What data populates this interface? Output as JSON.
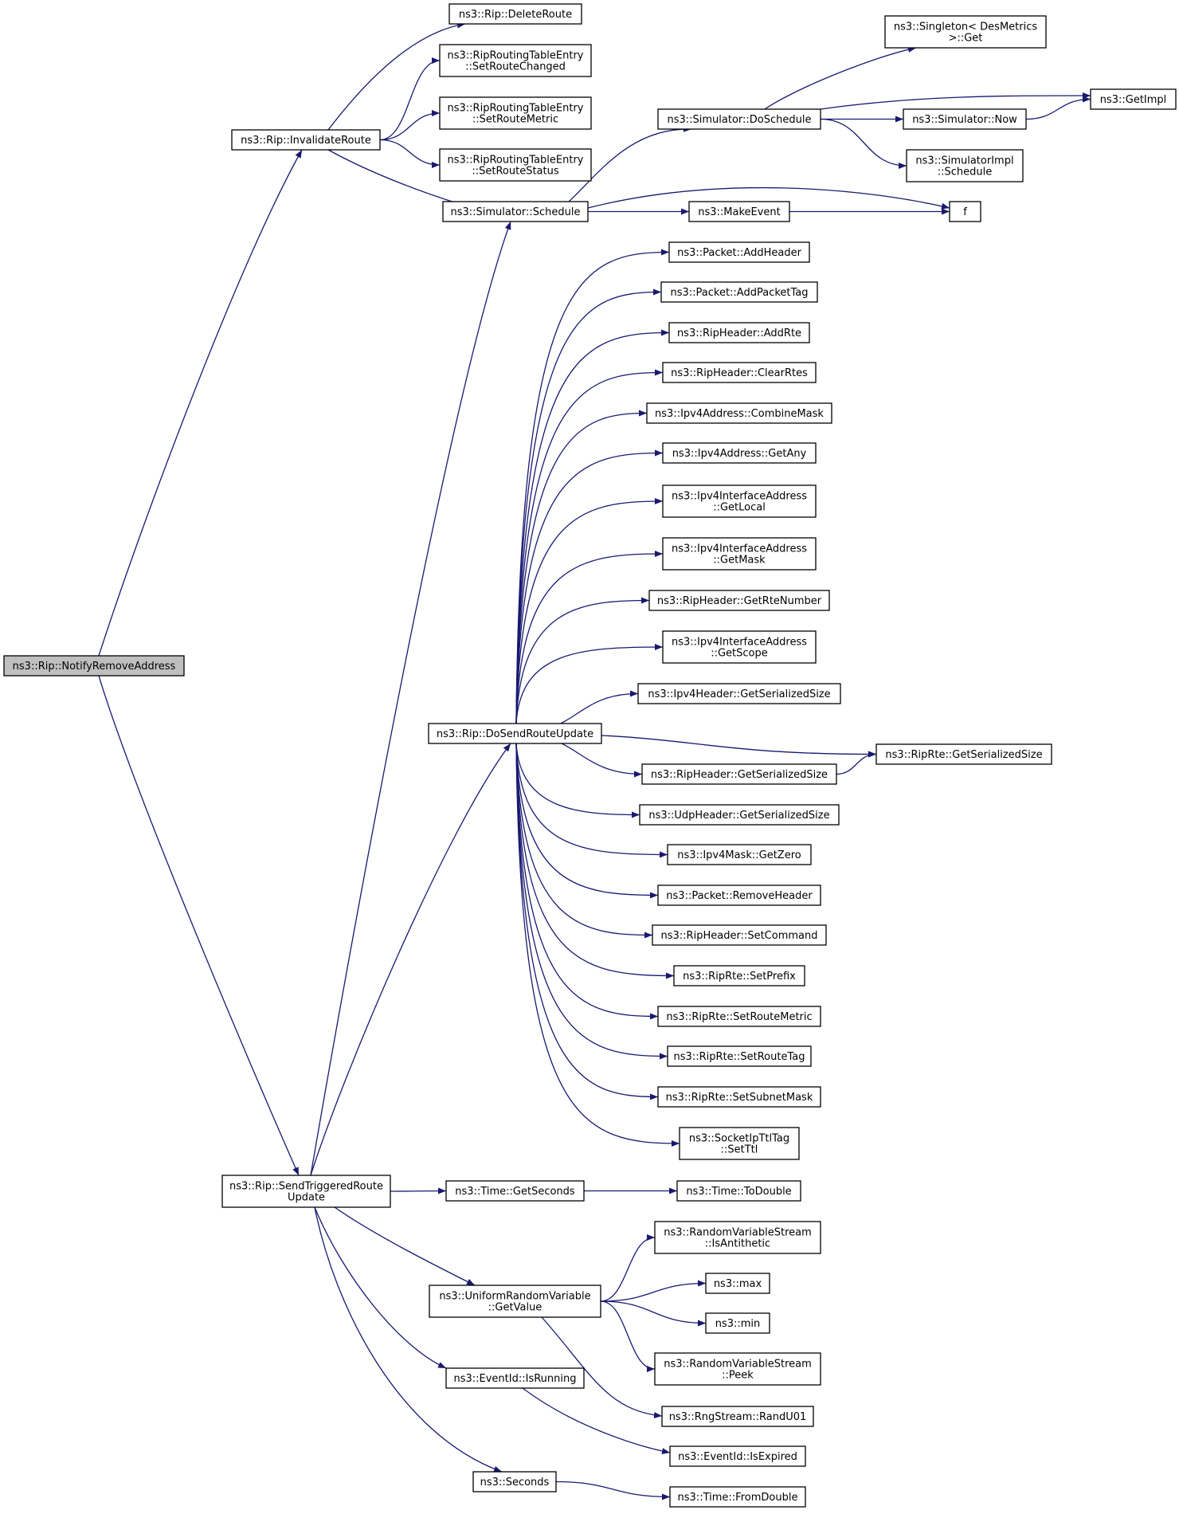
{
  "colors": {
    "edge": "#191970",
    "node_border": "#000000",
    "node_fill": "#ffffff",
    "highlight_fill": "#bfbfbf",
    "truncated_border": "#ff0000"
  },
  "nodes": [
    {
      "id": "notify",
      "lines": [
        "ns3::Rip::NotifyRemoveAddress"
      ],
      "highlight": true
    },
    {
      "id": "invalidate",
      "lines": [
        "ns3::Rip::InvalidateRoute"
      ]
    },
    {
      "id": "sendtrig",
      "lines": [
        "ns3::Rip::SendTriggeredRoute",
        "Update"
      ]
    },
    {
      "id": "deleteroute",
      "lines": [
        "ns3::Rip::DeleteRoute"
      ]
    },
    {
      "id": "setroutechanged",
      "lines": [
        "ns3::RipRoutingTableEntry",
        "::SetRouteChanged"
      ]
    },
    {
      "id": "setroutemetric_e",
      "lines": [
        "ns3::RipRoutingTableEntry",
        "::SetRouteMetric"
      ]
    },
    {
      "id": "setroutestatus",
      "lines": [
        "ns3::RipRoutingTableEntry",
        "::SetRouteStatus"
      ]
    },
    {
      "id": "schedule",
      "lines": [
        "ns3::Simulator::Schedule"
      ]
    },
    {
      "id": "dosendrouteupdate",
      "lines": [
        "ns3::Rip::DoSendRouteUpdate"
      ]
    },
    {
      "id": "getseconds",
      "lines": [
        "ns3::Time::GetSeconds"
      ]
    },
    {
      "id": "urv_getvalue",
      "lines": [
        "ns3::UniformRandomVariable",
        "::GetValue"
      ]
    },
    {
      "id": "isrunning",
      "lines": [
        "ns3::EventId::IsRunning"
      ]
    },
    {
      "id": "seconds",
      "lines": [
        "ns3::Seconds"
      ]
    },
    {
      "id": "singleton_get",
      "lines": [
        "ns3::Singleton< DesMetrics",
        ">::Get"
      ]
    },
    {
      "id": "doschedule",
      "lines": [
        "ns3::Simulator::DoSchedule"
      ],
      "truncated": true
    },
    {
      "id": "getimpl",
      "lines": [
        "ns3::GetImpl"
      ],
      "truncated": true
    },
    {
      "id": "now",
      "lines": [
        "ns3::Simulator::Now"
      ],
      "truncated": true
    },
    {
      "id": "simimpl_schedule",
      "lines": [
        "ns3::SimulatorImpl",
        "::Schedule"
      ]
    },
    {
      "id": "makeevent",
      "lines": [
        "ns3::MakeEvent"
      ]
    },
    {
      "id": "f",
      "lines": [
        "f"
      ]
    },
    {
      "id": "addheader",
      "lines": [
        "ns3::Packet::AddHeader"
      ],
      "truncated": true
    },
    {
      "id": "addpackettag",
      "lines": [
        "ns3::Packet::AddPacketTag"
      ],
      "truncated": true
    },
    {
      "id": "addrte",
      "lines": [
        "ns3::RipHeader::AddRte"
      ]
    },
    {
      "id": "clearrtes",
      "lines": [
        "ns3::RipHeader::ClearRtes"
      ]
    },
    {
      "id": "combinemask",
      "lines": [
        "ns3::Ipv4Address::CombineMask"
      ],
      "truncated": true
    },
    {
      "id": "getany",
      "lines": [
        "ns3::Ipv4Address::GetAny"
      ]
    },
    {
      "id": "getlocal",
      "lines": [
        "ns3::Ipv4InterfaceAddress",
        "::GetLocal"
      ]
    },
    {
      "id": "getmask",
      "lines": [
        "ns3::Ipv4InterfaceAddress",
        "::GetMask"
      ]
    },
    {
      "id": "getrtenumber",
      "lines": [
        "ns3::RipHeader::GetRteNumber"
      ]
    },
    {
      "id": "getscope",
      "lines": [
        "ns3::Ipv4InterfaceAddress",
        "::GetScope"
      ]
    },
    {
      "id": "ipv4h_size",
      "lines": [
        "ns3::Ipv4Header::GetSerializedSize"
      ]
    },
    {
      "id": "riprte_size",
      "lines": [
        "ns3::RipRte::GetSerializedSize"
      ]
    },
    {
      "id": "riph_size",
      "lines": [
        "ns3::RipHeader::GetSerializedSize"
      ]
    },
    {
      "id": "udph_size",
      "lines": [
        "ns3::UdpHeader::GetSerializedSize"
      ]
    },
    {
      "id": "getzero",
      "lines": [
        "ns3::Ipv4Mask::GetZero"
      ],
      "truncated": true
    },
    {
      "id": "removeheader",
      "lines": [
        "ns3::Packet::RemoveHeader"
      ],
      "truncated": true
    },
    {
      "id": "setcommand",
      "lines": [
        "ns3::RipHeader::SetCommand"
      ]
    },
    {
      "id": "setprefix",
      "lines": [
        "ns3::RipRte::SetPrefix"
      ]
    },
    {
      "id": "setroutemetric_r",
      "lines": [
        "ns3::RipRte::SetRouteMetric"
      ]
    },
    {
      "id": "setroutetag",
      "lines": [
        "ns3::RipRte::SetRouteTag"
      ]
    },
    {
      "id": "setsubnetmask",
      "lines": [
        "ns3::RipRte::SetSubnetMask"
      ]
    },
    {
      "id": "setttl",
      "lines": [
        "ns3::SocketIpTtlTag",
        "::SetTtl"
      ]
    },
    {
      "id": "todouble",
      "lines": [
        "ns3::Time::ToDouble"
      ],
      "truncated": true
    },
    {
      "id": "isantithetic",
      "lines": [
        "ns3::RandomVariableStream",
        "::IsAntithetic"
      ]
    },
    {
      "id": "max",
      "lines": [
        "ns3::max"
      ]
    },
    {
      "id": "min",
      "lines": [
        "ns3::min"
      ]
    },
    {
      "id": "peek",
      "lines": [
        "ns3::RandomVariableStream",
        "::Peek"
      ]
    },
    {
      "id": "randu01",
      "lines": [
        "ns3::RngStream::RandU01"
      ]
    },
    {
      "id": "isexpired",
      "lines": [
        "ns3::EventId::IsExpired"
      ],
      "truncated": true
    },
    {
      "id": "fromdouble",
      "lines": [
        "ns3::Time::FromDouble"
      ],
      "truncated": true
    }
  ],
  "edges": [
    [
      "notify",
      "invalidate"
    ],
    [
      "notify",
      "sendtrig"
    ],
    [
      "invalidate",
      "deleteroute"
    ],
    [
      "invalidate",
      "setroutechanged"
    ],
    [
      "invalidate",
      "setroutemetric_e"
    ],
    [
      "invalidate",
      "setroutestatus"
    ],
    [
      "invalidate",
      "schedule"
    ],
    [
      "sendtrig",
      "schedule"
    ],
    [
      "sendtrig",
      "dosendrouteupdate"
    ],
    [
      "sendtrig",
      "getseconds"
    ],
    [
      "sendtrig",
      "urv_getvalue"
    ],
    [
      "sendtrig",
      "isrunning"
    ],
    [
      "sendtrig",
      "seconds"
    ],
    [
      "schedule",
      "doschedule"
    ],
    [
      "schedule",
      "makeevent"
    ],
    [
      "schedule",
      "f"
    ],
    [
      "doschedule",
      "singleton_get"
    ],
    [
      "doschedule",
      "getimpl"
    ],
    [
      "doschedule",
      "now"
    ],
    [
      "doschedule",
      "simimpl_schedule"
    ],
    [
      "now",
      "getimpl"
    ],
    [
      "makeevent",
      "f"
    ],
    [
      "dosendrouteupdate",
      "addheader"
    ],
    [
      "dosendrouteupdate",
      "addpackettag"
    ],
    [
      "dosendrouteupdate",
      "addrte"
    ],
    [
      "dosendrouteupdate",
      "clearrtes"
    ],
    [
      "dosendrouteupdate",
      "combinemask"
    ],
    [
      "dosendrouteupdate",
      "getany"
    ],
    [
      "dosendrouteupdate",
      "getlocal"
    ],
    [
      "dosendrouteupdate",
      "getmask"
    ],
    [
      "dosendrouteupdate",
      "getrtenumber"
    ],
    [
      "dosendrouteupdate",
      "getscope"
    ],
    [
      "dosendrouteupdate",
      "ipv4h_size"
    ],
    [
      "dosendrouteupdate",
      "riprte_size"
    ],
    [
      "dosendrouteupdate",
      "riph_size"
    ],
    [
      "dosendrouteupdate",
      "udph_size"
    ],
    [
      "dosendrouteupdate",
      "getzero"
    ],
    [
      "dosendrouteupdate",
      "removeheader"
    ],
    [
      "dosendrouteupdate",
      "setcommand"
    ],
    [
      "dosendrouteupdate",
      "setprefix"
    ],
    [
      "dosendrouteupdate",
      "setroutemetric_r"
    ],
    [
      "dosendrouteupdate",
      "setroutetag"
    ],
    [
      "dosendrouteupdate",
      "setsubnetmask"
    ],
    [
      "dosendrouteupdate",
      "setttl"
    ],
    [
      "riph_size",
      "riprte_size"
    ],
    [
      "getseconds",
      "todouble"
    ],
    [
      "urv_getvalue",
      "isantithetic"
    ],
    [
      "urv_getvalue",
      "max"
    ],
    [
      "urv_getvalue",
      "min"
    ],
    [
      "urv_getvalue",
      "peek"
    ],
    [
      "urv_getvalue",
      "randu01"
    ],
    [
      "isrunning",
      "isexpired"
    ],
    [
      "seconds",
      "fromdouble"
    ]
  ]
}
